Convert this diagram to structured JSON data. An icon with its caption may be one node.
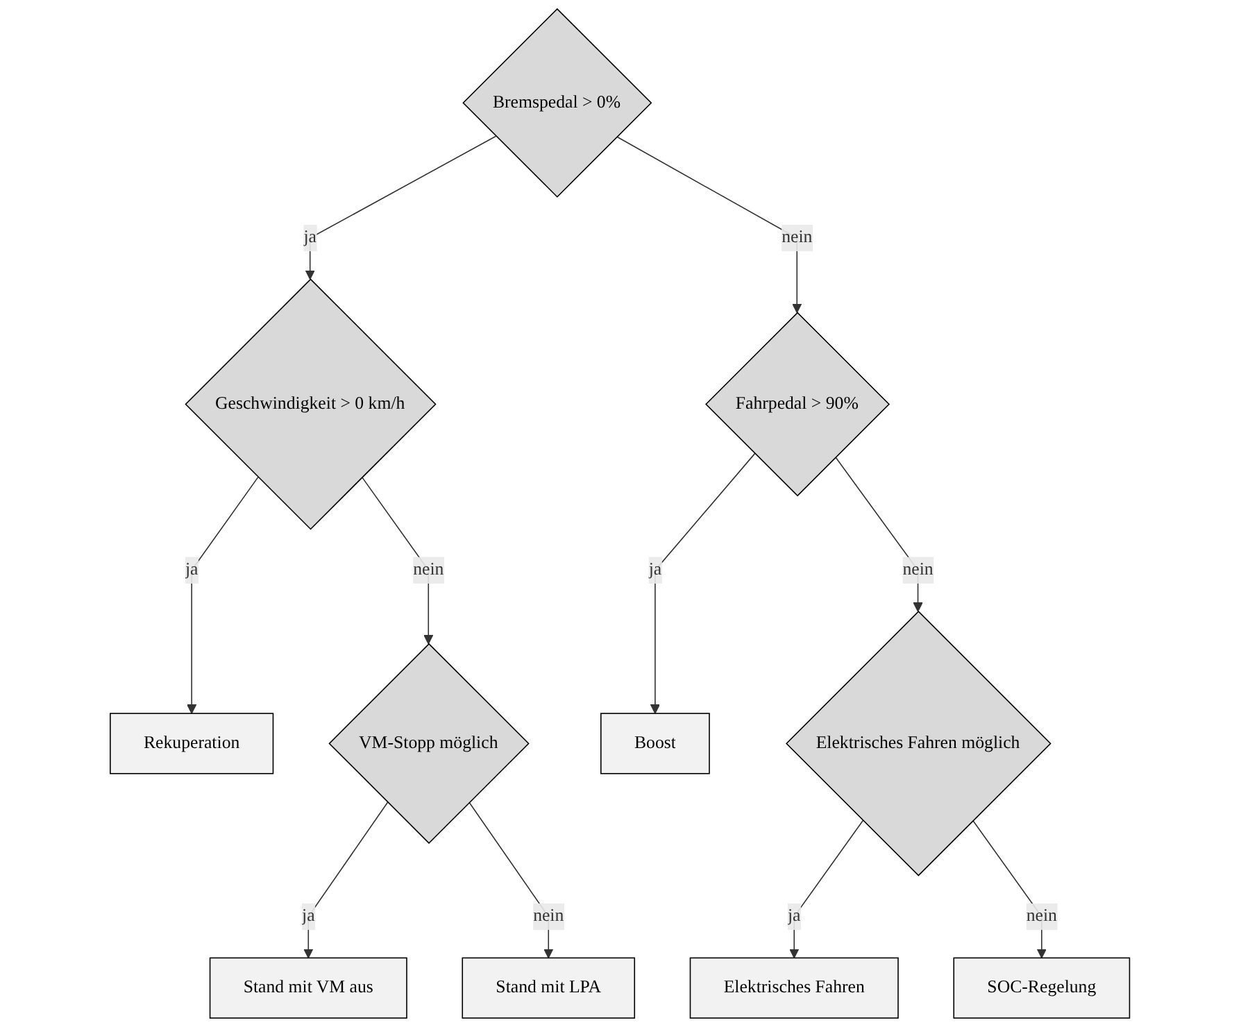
{
  "diagram": {
    "nodes": [
      {
        "text": [
          "Bremspedal > 0%"
        ]
      },
      {
        "text": [
          "Geschwindigkeit > 0 km/h"
        ]
      },
      {
        "text": [
          "Fahrpedal > 90%"
        ]
      },
      {
        "text": [
          "Rekuperation"
        ]
      },
      {
        "text": [
          "Boost"
        ]
      },
      {
        "text": [
          "VM-Stopp möglich"
        ]
      },
      {
        "text": [
          "Elektrisches Fahren möglich"
        ]
      },
      {
        "text": [
          "Stand mit VM aus"
        ]
      },
      {
        "text": [
          "Elektrisches Fahren"
        ]
      },
      {
        "text": [
          "Stand mit LPA"
        ]
      },
      {
        "text": [
          "SOC-Regelung"
        ]
      }
    ],
    "edges": [
      {
        "from": 0,
        "to": 1,
        "arrow": "to",
        "label": "ja"
      },
      {
        "from": 0,
        "to": 2,
        "arrow": "to",
        "label": "nein"
      },
      {
        "from": 1,
        "to": 3,
        "arrow": "to",
        "label": "ja"
      },
      {
        "from": 1,
        "to": 5,
        "arrow": "to",
        "label": "nein"
      },
      {
        "from": 2,
        "to": 4,
        "arrow": "to",
        "label": "ja"
      },
      {
        "from": 2,
        "to": 6,
        "arrow": "to",
        "label": "nein"
      },
      {
        "from": 5,
        "to": 7,
        "arrow": "to",
        "label": "ja"
      },
      {
        "from": 5,
        "to": 9,
        "arrow": "to",
        "label": "nein"
      },
      {
        "from": 6,
        "to": 8,
        "arrow": "to",
        "label": "ja"
      },
      {
        "from": 6,
        "to": 10,
        "arrow": "to",
        "label": "nein"
      }
    ]
  }
}
